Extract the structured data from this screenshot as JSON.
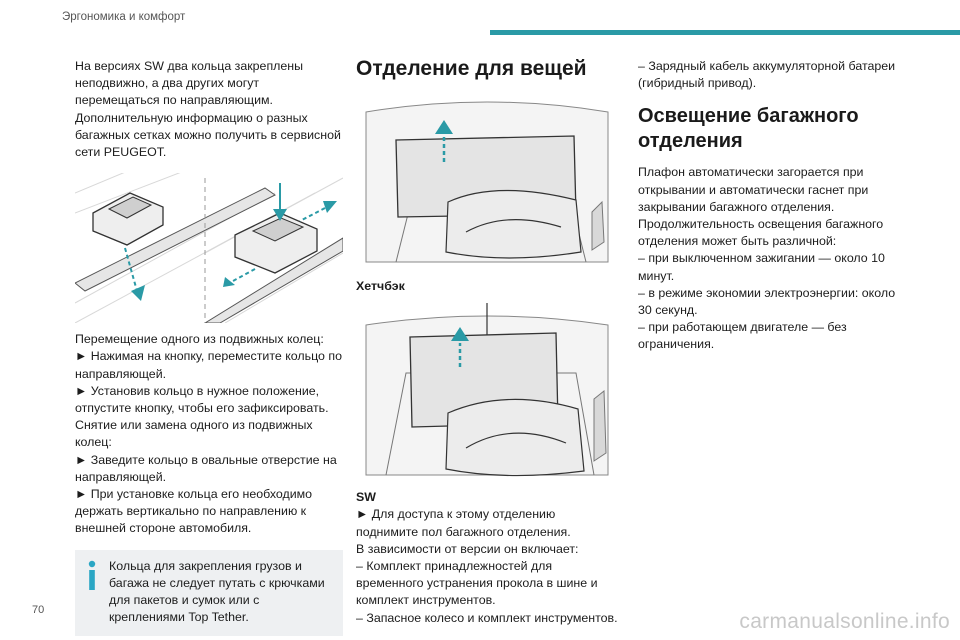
{
  "header": {
    "section_title": "Эргономика и комфорт",
    "accent_color": "#2a9aa6"
  },
  "page_number": "70",
  "column1": {
    "intro": [
      "На версиях SW два кольца закреплены неподвижно, а два других могут перемещаться по направляющим.",
      "Дополнительную информацию о разных багажных сетках можно получить в сервисной сети PEUGEOT."
    ],
    "move_title": "Перемещение одного из подвижных колец:",
    "move_steps": [
      "► Нажимая на кнопку, переместите кольцо по направляющей.",
      "► Установив кольцо в нужное положение, отпустите кнопку, чтобы его зафиксировать."
    ],
    "remove_title": "Снятие или замена одного из подвижных колец:",
    "remove_steps": [
      "► Заведите кольцо в овальные отверстие на направляющей.",
      "► При установке кольца его необходимо держать вертикально по направлению к внешней стороне автомобиля."
    ],
    "note": "Кольца для закрепления грузов и багажа не следует путать с крючками для пакетов и сумок или с креплениями Top Tether.",
    "note_icon": "info-icon"
  },
  "column2": {
    "heading": "Отделение для вещей",
    "caption_hatchback": "Хетчбэк",
    "caption_sw": "SW",
    "access_text": "► Для доступа к этому отделению поднимите пол багажного отделения.",
    "version_text": "В зависимости от версии он включает:",
    "items": [
      "– Комплект принадлежностей для временного устранения прокола в шине и комплект инструментов.",
      "– Запасное колесо и комплект инструментов."
    ]
  },
  "column3": {
    "item_cont": "– Зарядный кабель аккумуляторной батареи (гибридный привод).",
    "heading": "Освещение багажного отделения",
    "para1": "Плафон автоматически загорается при открывании и автоматически гаснет при закрывании багажного отделения.",
    "para2": "Продолжительность освещения багажного отделения может быть различной:",
    "items": [
      "– при выключенном зажигании — около 10 минут.",
      "– в режиме экономии электроэнергии: около 30 секунд.",
      "– при работающем двигателе — без ограничения."
    ]
  },
  "watermark": "carmanualsonline.info"
}
